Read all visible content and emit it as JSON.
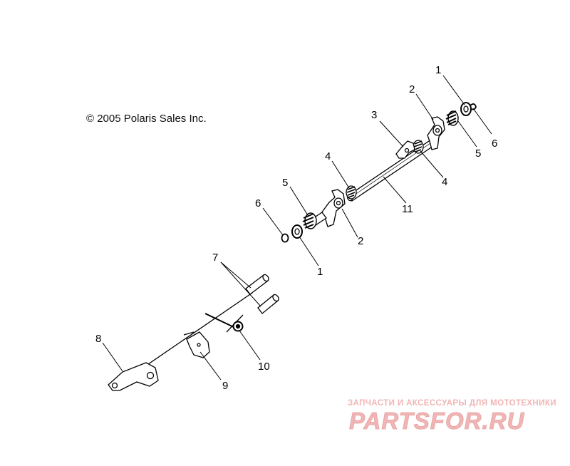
{
  "copyright": "© 2005 Polaris Sales Inc.",
  "callouts": {
    "c1_top": "1",
    "c2_top": "2",
    "c3": "3",
    "c4_upper": "4",
    "c6_right": "6",
    "c5_right": "5",
    "c4_right": "4",
    "c11": "11",
    "c5_left": "5",
    "c6_left": "6",
    "c2_lower": "2",
    "c1_lower": "1",
    "c7": "7",
    "c8": "8",
    "c9": "9",
    "c10": "10"
  },
  "watermark": {
    "tagline": "ЗАПЧАСТИ И АКСЕССУАРЫ ДЛЯ МОТОТЕХНИКИ",
    "logo": "PARTSFOR.RU"
  },
  "colors": {
    "line": "#000000",
    "watermark": "#f0b5b5",
    "watermark_dark": "#e7a0a0"
  }
}
